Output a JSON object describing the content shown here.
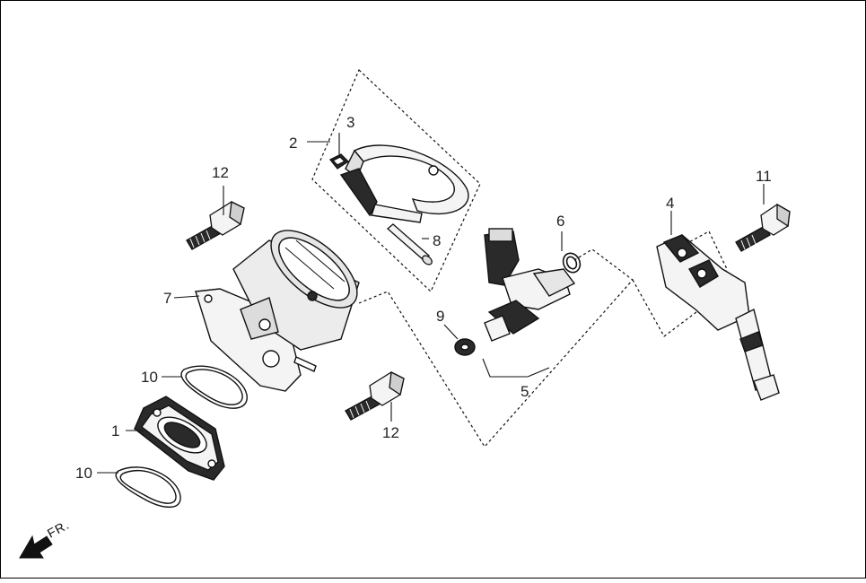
{
  "callouts": {
    "c1": "1",
    "c2": "2",
    "c3": "3",
    "c4": "4",
    "c5": "5",
    "c6": "6",
    "c7": "7",
    "c8": "8",
    "c9": "9",
    "c10a": "10",
    "c10b": "10",
    "c11": "11",
    "c12a": "12",
    "c12b": "12"
  },
  "direction": {
    "label": "FR.",
    "icon": "front-direction-arrow-icon"
  },
  "colors": {
    "line": "#111111",
    "part_fill": "#f4f4f4",
    "part_shade": "#c9c9c9",
    "dark": "#2a2a2a"
  }
}
